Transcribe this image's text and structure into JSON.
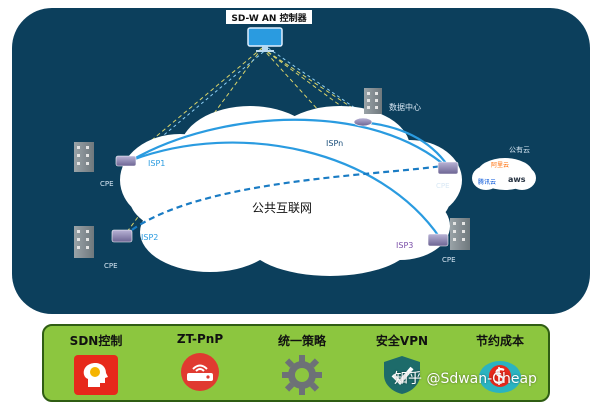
{
  "colors": {
    "panel": "#0c3f5c",
    "accent_blue": "#2a9be0",
    "dash_yellow": "#d9d36a",
    "bar_green": "#8cc63f"
  },
  "controller": {
    "label": "SD-W AN 控制器",
    "icon": "monitor-icon"
  },
  "datacenter": {
    "label": "数据中心",
    "icon": "building-icon"
  },
  "cloud": {
    "label": "公共互联网",
    "public_cloud_label": "公有云",
    "providers": [
      "阿里云",
      "腾讯云",
      "aws"
    ]
  },
  "sites": [
    {
      "cpe": "CPE",
      "isp": "ISP1"
    },
    {
      "cpe": "CPE",
      "isp": "ISP2"
    },
    {
      "cpe": "CPE",
      "isp": "ISP3"
    },
    {
      "cpe": "CPE",
      "isp": "ISPn"
    }
  ],
  "features": [
    {
      "label": "SDN控制",
      "icon": "brain-head-icon"
    },
    {
      "label": "ZT-PnP",
      "icon": "router-icon"
    },
    {
      "label": "统一策略",
      "icon": "gear-icon"
    },
    {
      "label": "安全VPN",
      "icon": "shield-icon"
    },
    {
      "label": "节约成本",
      "icon": "money-icon"
    }
  ],
  "watermark": "知乎 @Sdwan-Cheap"
}
